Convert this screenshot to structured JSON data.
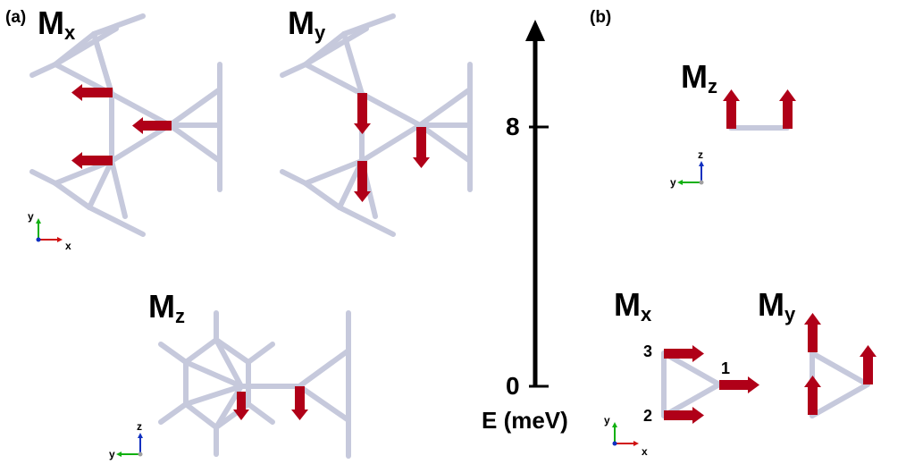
{
  "panels": {
    "a": "(a)",
    "b": "(b)"
  },
  "mode_letter": "M",
  "modes": {
    "a_mx_sub": "x",
    "a_my_sub": "y",
    "a_mz_sub": "z",
    "b_mz_sub": "z",
    "b_mx_sub": "x",
    "b_my_sub": "y"
  },
  "energy_axis": {
    "label": "E (meV)",
    "ticks": [
      "8",
      "0"
    ]
  },
  "site_labels": [
    "1",
    "2",
    "3"
  ],
  "axis_triads": {
    "a_xy": {
      "h": "x",
      "v": "y"
    },
    "a_yz": {
      "h": "y",
      "v": "z"
    },
    "b_yz": {
      "h": "y",
      "v": "z"
    },
    "b_xy": {
      "h": "x",
      "v": "y"
    }
  },
  "colors": {
    "bond": "#c4c8dc",
    "arrow": "#b00018",
    "axis": "#000000"
  }
}
